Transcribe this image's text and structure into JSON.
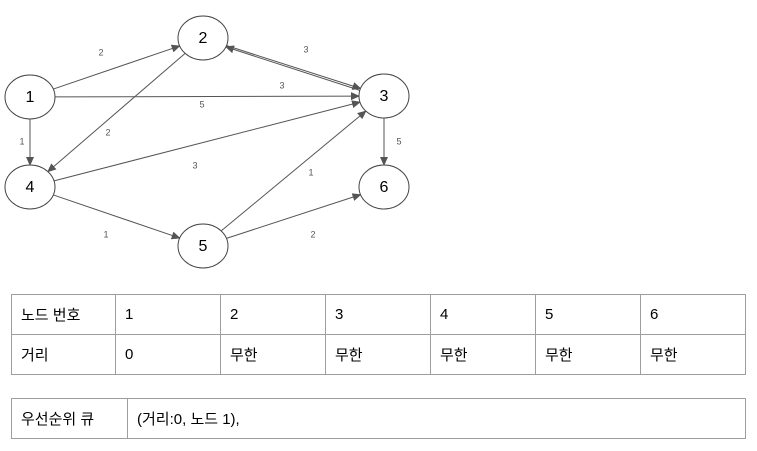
{
  "graph": {
    "nodes": [
      {
        "id": "1",
        "label": "1"
      },
      {
        "id": "2",
        "label": "2"
      },
      {
        "id": "3",
        "label": "3"
      },
      {
        "id": "4",
        "label": "4"
      },
      {
        "id": "5",
        "label": "5"
      },
      {
        "id": "6",
        "label": "6"
      }
    ],
    "edges": [
      {
        "from": "1",
        "to": "2",
        "weight": "2"
      },
      {
        "from": "1",
        "to": "3",
        "weight": "5"
      },
      {
        "from": "1",
        "to": "4",
        "weight": "1"
      },
      {
        "from": "2",
        "to": "3",
        "weight": "3"
      },
      {
        "from": "3",
        "to": "2",
        "weight": "3"
      },
      {
        "from": "2",
        "to": "4",
        "weight": "2"
      },
      {
        "from": "3",
        "to": "6",
        "weight": "5"
      },
      {
        "from": "4",
        "to": "3",
        "weight": "3"
      },
      {
        "from": "4",
        "to": "5",
        "weight": "1"
      },
      {
        "from": "5",
        "to": "3",
        "weight": "1"
      },
      {
        "from": "5",
        "to": "6",
        "weight": "2"
      }
    ]
  },
  "distance_table": {
    "header_label": "노드 번호",
    "row_label": "거리",
    "nodes": [
      "1",
      "2",
      "3",
      "4",
      "5",
      "6"
    ],
    "distances": [
      "0",
      "무한",
      "무한",
      "무한",
      "무한",
      "무한"
    ]
  },
  "priority_queue": {
    "label": "우선순위 큐",
    "content": "(거리:0, 노드 1),"
  }
}
